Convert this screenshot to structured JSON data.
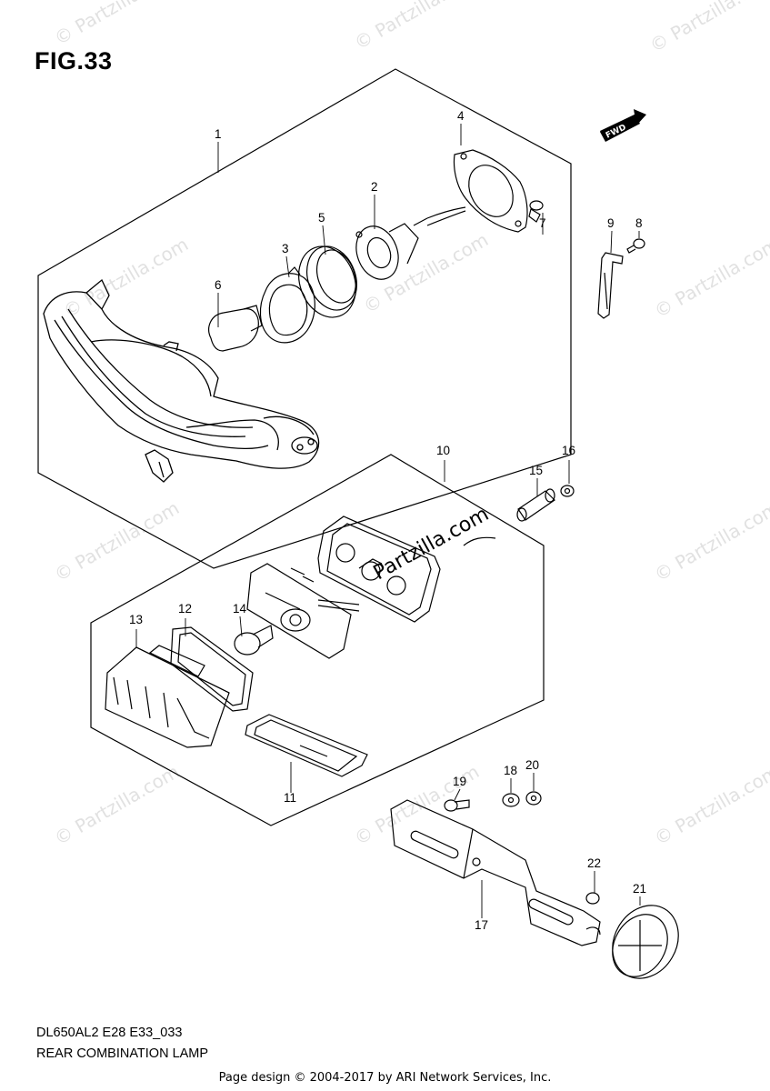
{
  "figure": {
    "title": "FIG.33",
    "model_code": "DL650AL2 E28 E33_033",
    "name": "REAR COMBINATION LAMP",
    "credit": "Page design © 2004-2017 by ARI Network Services, Inc."
  },
  "watermark": {
    "text": "© Partzilla.com",
    "main_text": "Partzilla.com"
  },
  "direction_badge": "FWD",
  "callouts": [
    "1",
    "2",
    "3",
    "4",
    "5",
    "6",
    "7",
    "8",
    "9",
    "10",
    "11",
    "12",
    "13",
    "14",
    "15",
    "16",
    "17",
    "18",
    "19",
    "20",
    "21",
    "22"
  ]
}
